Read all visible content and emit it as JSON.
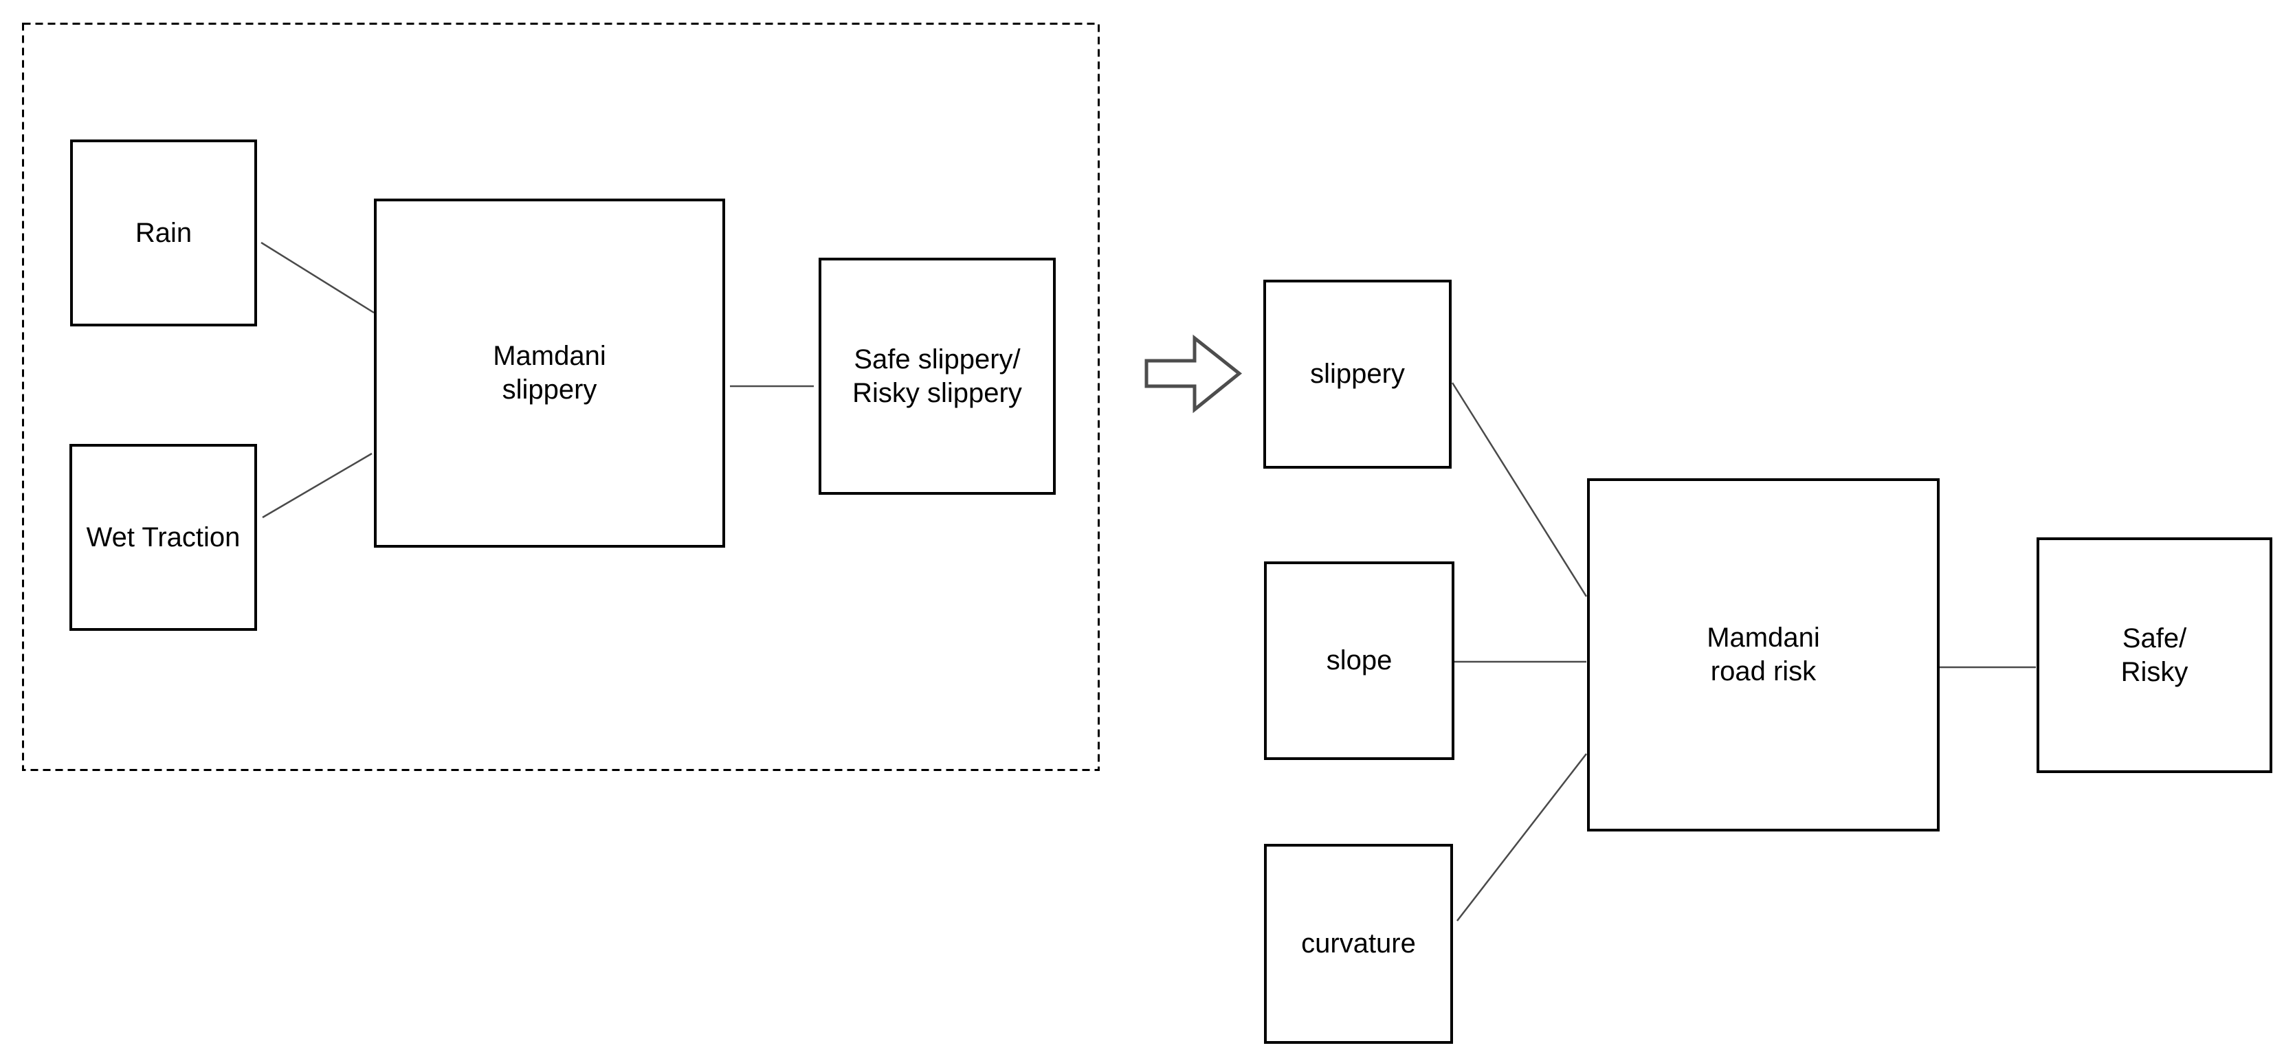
{
  "nodes": {
    "rain": {
      "label": "Rain"
    },
    "wet_traction": {
      "label": "Wet Traction"
    },
    "mamdani_slippery": {
      "label": "Mamdani\nslippery"
    },
    "safe_slippery_output": {
      "label": "Safe slippery/\nRisky slippery"
    },
    "slippery": {
      "label": "slippery"
    },
    "slope": {
      "label": "slope"
    },
    "curvature": {
      "label": "curvature"
    },
    "mamdani_road_risk": {
      "label": "Mamdani\nroad risk"
    },
    "safe_risky_output": {
      "label": "Safe/\nRisky"
    }
  },
  "icons": {
    "transition_arrow": "block-arrow-right-icon"
  },
  "colors": {
    "background": "#ffffff",
    "box_border": "#000000",
    "dashed_border": "#000000",
    "connector": "#4a4a4a",
    "arrow_outline": "#4d4d4d",
    "arrow_fill": "#ffffff",
    "text": "#000000"
  }
}
